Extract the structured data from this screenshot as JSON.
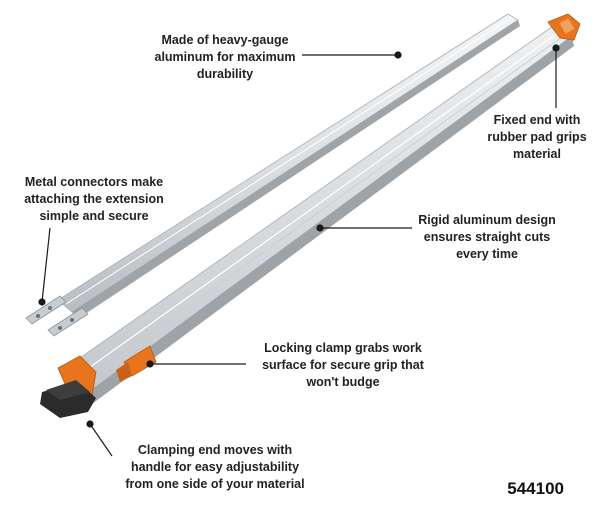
{
  "callouts": {
    "aluminum": "Made of heavy-gauge\naluminum for maximum\ndurability",
    "fixed_end": "Fixed end with\nrubber pad grips\nmaterial",
    "connectors": "Metal connectors make\nattaching the extension\nsimple and secure",
    "rigid": "Rigid aluminum design\nensures straight cuts\nevery time",
    "locking": "Locking clamp grabs work\nsurface for secure grip that\nwon't budge",
    "clamping_end": "Clamping end moves with\nhandle for easy adjustability\nfrom one side of your material"
  },
  "model_number": "544100",
  "colors": {
    "accent_orange": "#e8751e",
    "aluminum": "#d9dcdf",
    "pad_black": "#2b2b2b",
    "leader": "#1a1a1a"
  }
}
